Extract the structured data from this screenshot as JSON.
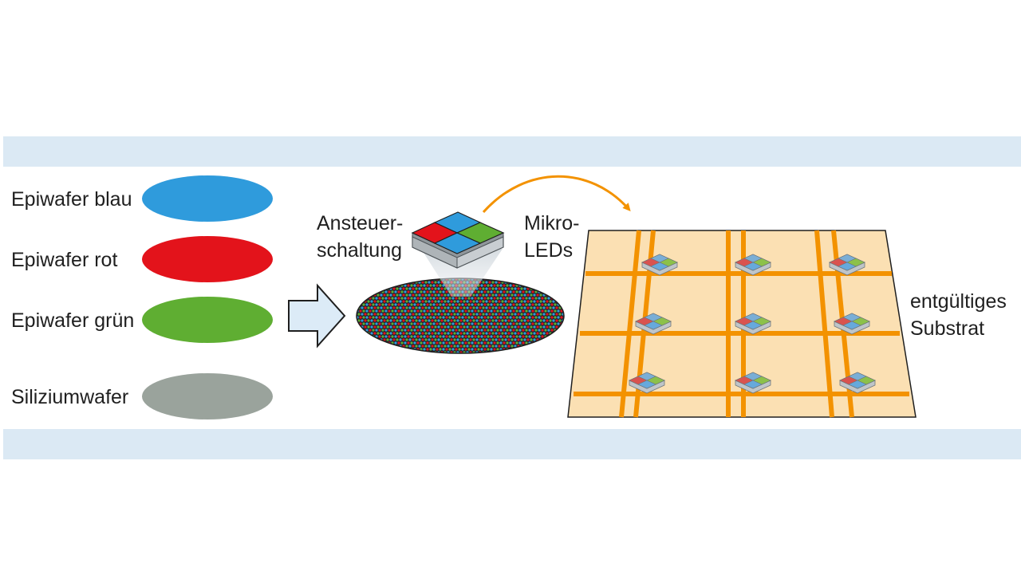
{
  "legend": [
    {
      "label": "Epiwafer blau",
      "color": "#2f9bdc"
    },
    {
      "label": "Epiwafer rot",
      "color": "#e3131b"
    },
    {
      "label": "Epiwafer grün",
      "color": "#5fae32"
    },
    {
      "label": "Siliziumwafer",
      "color": "#9aa39c"
    }
  ],
  "labels": {
    "drive_circuit_line1": "Ansteuer-",
    "drive_circuit_line2": "schaltung",
    "micro_leds_line1": "Mikro-",
    "micro_leds_line2": "LEDs",
    "final_substrate_line1": "entgültiges",
    "final_substrate_line2": "Substrat"
  },
  "colors": {
    "band": "#dbe9f4",
    "orange": "#f39200",
    "substrate": "#fbe0b3",
    "arrow_fill": "#dcebf7",
    "wafer_dark": "#1d2430"
  }
}
